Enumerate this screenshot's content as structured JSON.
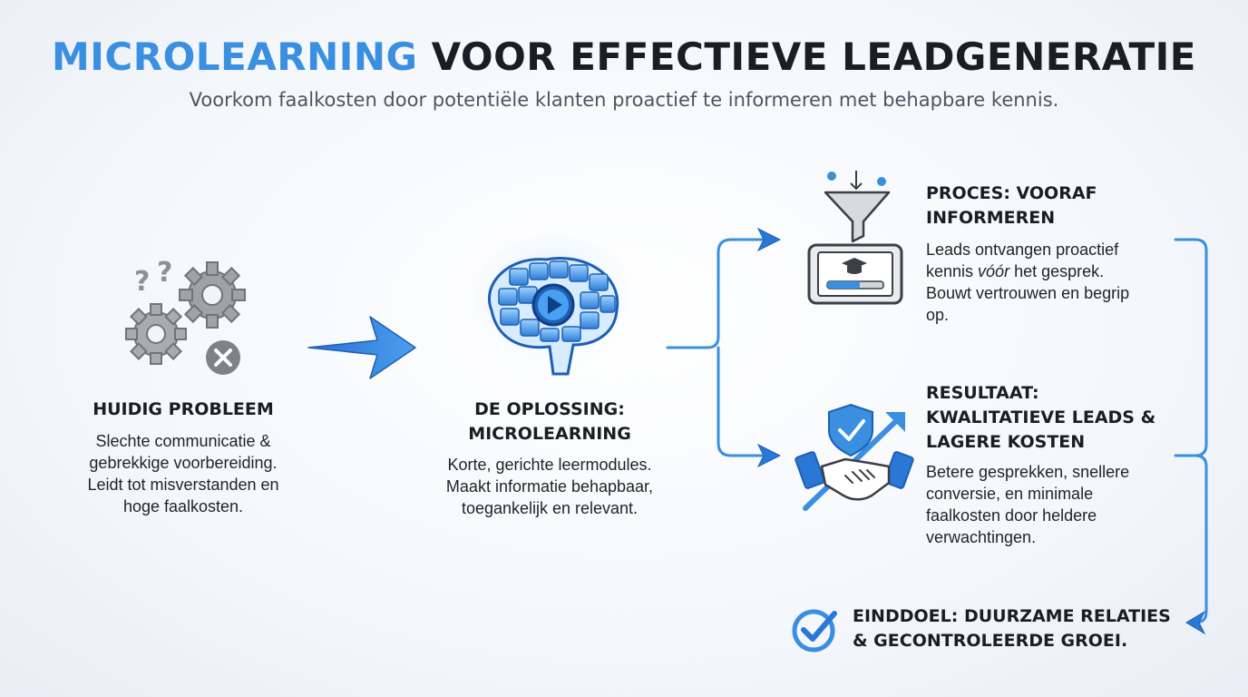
{
  "header": {
    "title_highlight": "MICROLEARNING",
    "title_rest": " VOOR EFFECTIEVE LEADGENERATIE",
    "subtitle": "Voorkom faalkosten door potentiële klanten proactief te informeren met behapbare kennis."
  },
  "problem": {
    "title": "HUIDIG PROBLEEM",
    "lines": [
      "Slechte communicatie &",
      "gebrekkige voorbereiding.",
      "Leidt tot misverstanden en",
      "hoge faalkosten."
    ]
  },
  "solution": {
    "title_lines": [
      "DE OPLOSSING:",
      "MICROLEARNING"
    ],
    "lines": [
      "Korte, gerichte leermodules.",
      "Maakt informatie behapbaar,",
      "toegankelijk en relevant."
    ]
  },
  "process": {
    "title_lines": [
      "PROCES: VOORAF",
      "INFORMEREN"
    ],
    "line1_pre": "Leads ontvangen proactief",
    "line2_pre": "kennis ",
    "line2_em": "vóór",
    "line2_post": " het gesprek.",
    "line3": "Bouwt vertrouwen en begrip",
    "line4": "op."
  },
  "result": {
    "title_lines": [
      "RESULTAAT:",
      "KWALITATIEVE LEADS &",
      "LAGERE KOSTEN"
    ],
    "lines": [
      "Betere gesprekken, snellere",
      "conversie, en minimale",
      "faalkosten door heldere",
      "verwachtingen."
    ]
  },
  "goal": {
    "lines": [
      "EINDDOEL: DUURZAME RELATIES",
      "& GECONTROLEERDE GROEI."
    ]
  },
  "colors": {
    "accent": "#3a8fe0",
    "text": "#1a1d24",
    "gear": "#9ea3a9",
    "icon_dark": "#3b3f46"
  }
}
